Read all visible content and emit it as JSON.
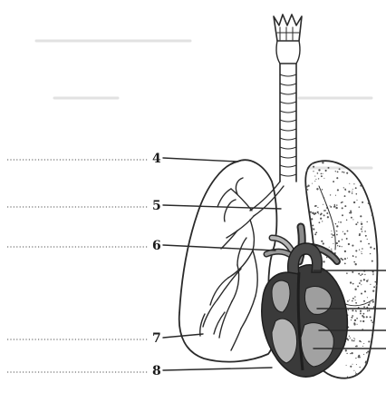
{
  "labels": [
    {
      "id": "label-4",
      "text": "4"
    },
    {
      "id": "label-5",
      "text": "5"
    },
    {
      "id": "label-6",
      "text": "6"
    },
    {
      "id": "label-7",
      "text": "7"
    },
    {
      "id": "label-8",
      "text": "8"
    }
  ],
  "colors": {
    "ink": "#2a2a2a",
    "heart_dark": "#3a3a3a",
    "heart_mid": "#a8a8a8",
    "answer_dots": "#8a8a8a"
  }
}
